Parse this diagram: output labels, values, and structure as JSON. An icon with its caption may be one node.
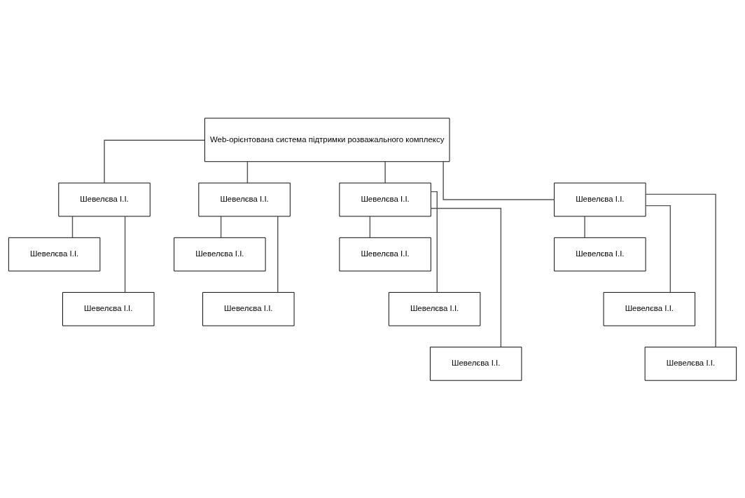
{
  "diagram": {
    "nodes": [
      {
        "text": [
          "Web-орієнтована система підтримки розважального комплексу"
        ]
      },
      {
        "text": [
          "Шевелєва І.І."
        ]
      },
      {
        "text": [
          "Шевелєва І.І."
        ]
      },
      {
        "text": [
          "Шевелєва І.І."
        ]
      },
      {
        "text": [
          "Шевелєва І.І."
        ]
      },
      {
        "text": [
          "Шевелєва І.І."
        ]
      },
      {
        "text": [
          "Шевелєва І.І."
        ]
      },
      {
        "text": [
          "Шевелєва І.І."
        ]
      },
      {
        "text": [
          "Шевелєва І.І."
        ]
      },
      {
        "text": [
          "Шевелєва І.І."
        ]
      },
      {
        "text": [
          "Шевелєва І.І."
        ]
      },
      {
        "text": [
          "Шевелєва І.І."
        ]
      },
      {
        "text": [
          "Шевелєва І.І."
        ]
      },
      {
        "text": [
          "Шевелєва І.І."
        ]
      },
      {
        "text": [
          "Шевелєва І.І."
        ]
      }
    ],
    "edges": [
      {
        "from": 0,
        "to": 1,
        "arrow": "none"
      },
      {
        "from": 0,
        "to": 4,
        "arrow": "none"
      },
      {
        "from": 0,
        "to": 7,
        "arrow": "none"
      },
      {
        "from": 0,
        "to": 11,
        "arrow": "none"
      },
      {
        "from": 1,
        "to": 2,
        "arrow": "none"
      },
      {
        "from": 1,
        "to": 3,
        "arrow": "none"
      },
      {
        "from": 4,
        "to": 5,
        "arrow": "none"
      },
      {
        "from": 4,
        "to": 6,
        "arrow": "none"
      },
      {
        "from": 7,
        "to": 8,
        "arrow": "none"
      },
      {
        "from": 7,
        "to": 9,
        "arrow": "none"
      },
      {
        "from": 7,
        "to": 10,
        "arrow": "none"
      },
      {
        "from": 11,
        "to": 12,
        "arrow": "none"
      },
      {
        "from": 11,
        "to": 13,
        "arrow": "none"
      },
      {
        "from": 11,
        "to": 14,
        "arrow": "none"
      }
    ]
  }
}
